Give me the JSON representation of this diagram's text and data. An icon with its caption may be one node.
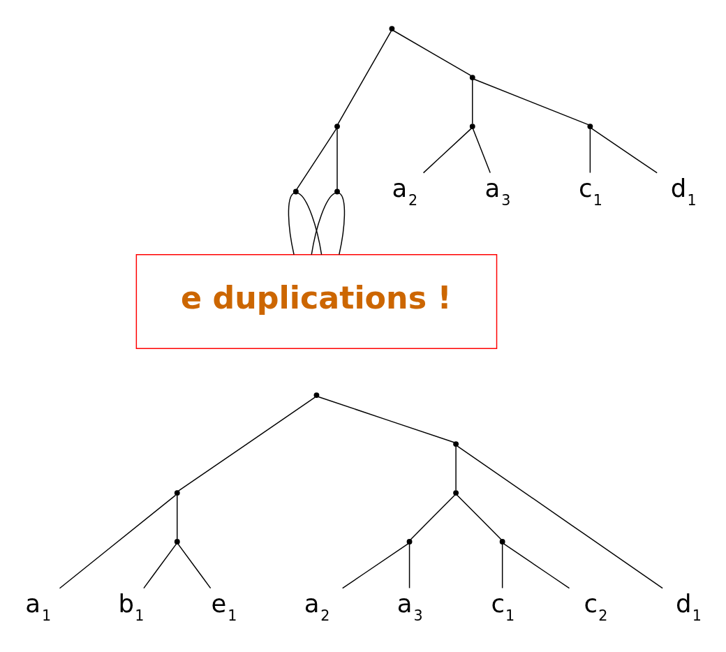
{
  "diagram": {
    "nodes": [
      {
        "text": [],
        "shape": "point"
      },
      {
        "text": [],
        "shape": "point"
      },
      {
        "text": [],
        "shape": "point"
      },
      {
        "text": [],
        "shape": "point"
      },
      {
        "text": [],
        "shape": "point"
      },
      {
        "text": [],
        "shape": "point"
      },
      {
        "text": [],
        "shape": "point"
      },
      {
        "text": [
          "e duplications !"
        ]
      },
      {
        "text": [
          "a$_{2}$"
        ]
      },
      {
        "text": [
          "a$_{3}$"
        ]
      },
      {
        "text": [
          "c$_{1}$"
        ]
      },
      {
        "text": [
          "d$_{1}$"
        ]
      },
      {
        "text": [],
        "shape": "point"
      },
      {
        "text": [],
        "shape": "point"
      },
      {
        "text": [],
        "shape": "point"
      },
      {
        "text": [],
        "shape": "point"
      },
      {
        "text": [],
        "shape": "point"
      },
      {
        "text": [],
        "shape": "point"
      },
      {
        "text": [],
        "shape": "point"
      },
      {
        "text": [
          "a$_{1}$"
        ]
      },
      {
        "text": [
          "b$_{1}$"
        ]
      },
      {
        "text": [
          "e$_{1}$"
        ]
      },
      {
        "text": [
          "a$_{2}$"
        ]
      },
      {
        "text": [
          "a$_{3}$"
        ]
      },
      {
        "text": [
          "c$_{1}$"
        ]
      },
      {
        "text": [
          "c$_{2}$"
        ]
      },
      {
        "text": [
          "d$_{1}$"
        ]
      }
    ],
    "edges": [
      {
        "from": 0,
        "to": 1,
        "arrow": "none"
      },
      {
        "from": 0,
        "to": 2,
        "arrow": "none"
      },
      {
        "from": 1,
        "to": 3,
        "arrow": "none"
      },
      {
        "from": 1,
        "to": 4,
        "arrow": "none"
      },
      {
        "from": 3,
        "to": 7,
        "arrow": "none"
      },
      {
        "from": 3,
        "to": 7,
        "arrow": "none"
      },
      {
        "from": 4,
        "to": 7,
        "arrow": "none"
      },
      {
        "from": 4,
        "to": 7,
        "arrow": "none"
      },
      {
        "from": 2,
        "to": 5,
        "arrow": "none"
      },
      {
        "from": 2,
        "to": 6,
        "arrow": "none"
      },
      {
        "from": 5,
        "to": 8,
        "arrow": "none"
      },
      {
        "from": 5,
        "to": 9,
        "arrow": "none"
      },
      {
        "from": 6,
        "to": 10,
        "arrow": "none"
      },
      {
        "from": 6,
        "to": 11,
        "arrow": "none"
      },
      {
        "from": 12,
        "to": 13,
        "arrow": "none"
      },
      {
        "from": 12,
        "to": 14,
        "arrow": "none"
      },
      {
        "from": 13,
        "to": 19,
        "arrow": "none"
      },
      {
        "from": 13,
        "to": 15,
        "arrow": "none"
      },
      {
        "from": 15,
        "to": 20,
        "arrow": "none"
      },
      {
        "from": 15,
        "to": 21,
        "arrow": "none"
      },
      {
        "from": 14,
        "to": 16,
        "arrow": "none"
      },
      {
        "from": 14,
        "to": 26,
        "arrow": "none"
      },
      {
        "from": 16,
        "to": 17,
        "arrow": "none"
      },
      {
        "from": 16,
        "to": 18,
        "arrow": "none"
      },
      {
        "from": 17,
        "to": 22,
        "arrow": "none"
      },
      {
        "from": 17,
        "to": 23,
        "arrow": "none"
      },
      {
        "from": 18,
        "to": 24,
        "arrow": "none"
      },
      {
        "from": 18,
        "to": 25,
        "arrow": "none"
      }
    ]
  }
}
